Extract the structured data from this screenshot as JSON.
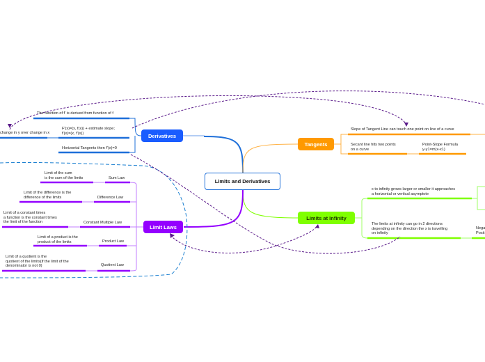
{
  "central": "Limits and Derivatives",
  "branches": {
    "derivatives": {
      "title": "Derivatives",
      "color": "#1a5cff",
      "items": [
        "The function of f' is derived from function of f",
        "F'(x)=(x, f(x)) + estimate slope;\nf'(x)=(x, f'(x))",
        "change in y over change in x",
        "Horizontal Tangents then f'(x)=0"
      ]
    },
    "tangents": {
      "title": "Tangents",
      "color": "#ff9900",
      "items": [
        "Slope of Tangent Line can touch one point on line of a curve",
        "Secant line hits two points\non a curve",
        "Point-Slope Formula\ny-y1=m(x-x1)"
      ]
    },
    "limits_at_infinity": {
      "title": "Limits at Infinity",
      "color": "#7fff00",
      "items": [
        "x to infinity grows larger or smaller it approaches\na horizontal or vertical asymptote",
        "The limits at infinity can go in 2 directions\ndepending on the direction the x is travelling\non infinity",
        "Nega\nPosit"
      ]
    },
    "limit_laws": {
      "title": "Limit Laws",
      "color": "#9400ff",
      "laws": [
        {
          "name": "Sum Law",
          "text": "Limit of the sum\nis the sum of the limits"
        },
        {
          "name": "Difference Law",
          "text": "Limit of the difference is the\ndifference of the limits"
        },
        {
          "name": "Constant Multiple Law",
          "text": "Limit of a constant times\na function is the constant times\nthe limit of the function"
        },
        {
          "name": "Product Law",
          "text": "Limit of a product is the\nproduct of the limits"
        },
        {
          "name": "Quotient Law",
          "text": "Limit of a quotient is the\nquotient of the limits(if the limit of the\ndenominator is not 0)"
        }
      ]
    }
  },
  "colors": {
    "relationship": "#5a1a8a",
    "boundary": "#1a7fd0",
    "line_blue": "#1e6fd9"
  }
}
